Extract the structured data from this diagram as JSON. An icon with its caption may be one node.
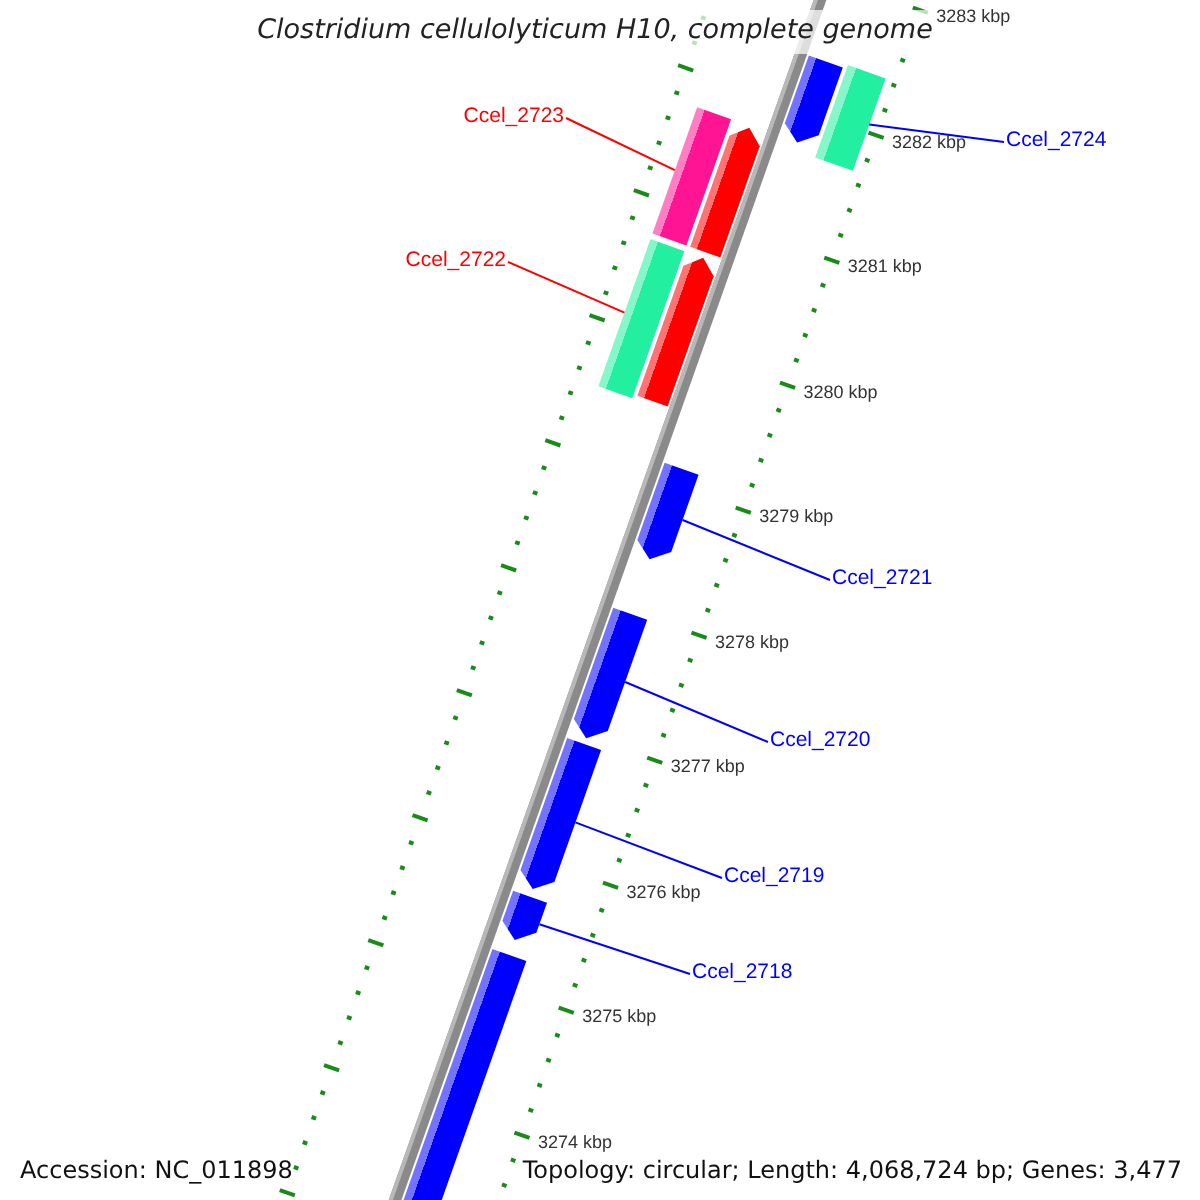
{
  "diagram": {
    "title": "Clostridium cellulolyticum H10, complete genome",
    "nodes": [
      {
        "text": [
          "Ccel_2724"
        ]
      },
      {
        "text": [
          "Ccel_2723"
        ]
      },
      {
        "text": [
          "Ccel_2722"
        ]
      },
      {
        "text": [
          "Ccel_2721"
        ]
      },
      {
        "text": [
          "Ccel_2720"
        ]
      },
      {
        "text": [
          "Ccel_2719"
        ]
      },
      {
        "text": [
          "Ccel_2718"
        ]
      },
      {
        "text": [],
        "shape": "arrow"
      },
      {
        "text": [],
        "shape": "bar"
      },
      {
        "text": [],
        "shape": "bar"
      },
      {
        "text": [],
        "shape": "arrow"
      },
      {
        "text": [],
        "shape": "bar"
      },
      {
        "text": [],
        "shape": "arrow"
      },
      {
        "text": [],
        "shape": "arrow"
      },
      {
        "text": [],
        "shape": "arrow"
      },
      {
        "text": [],
        "shape": "arrow"
      },
      {
        "text": [],
        "shape": "arrow"
      },
      {
        "text": [],
        "shape": "bar"
      }
    ],
    "edges": [
      {
        "from": 0,
        "to": 8,
        "arrow": "none"
      },
      {
        "from": 1,
        "to": 9,
        "arrow": "none",
        "color": "#ff0000"
      },
      {
        "from": 2,
        "to": 11,
        "arrow": "none",
        "color": "#ff0000"
      },
      {
        "from": 3,
        "to": 13,
        "arrow": "none"
      },
      {
        "from": 4,
        "to": 14,
        "arrow": "none"
      },
      {
        "from": 5,
        "to": 15,
        "arrow": "none"
      },
      {
        "from": 6,
        "to": 16,
        "arrow": "none"
      }
    ],
    "labels": [
      "3283 kbp",
      "3282 kbp",
      "3281 kbp",
      "3280 kbp",
      "3279 kbp",
      "3278 kbp",
      "3277 kbp",
      "3276 kbp",
      "3275 kbp",
      "3274 kbp",
      "Accession: NC_011898",
      "Topology: circular; Length: 4,068,724 bp; Genes: 3,477"
    ]
  }
}
